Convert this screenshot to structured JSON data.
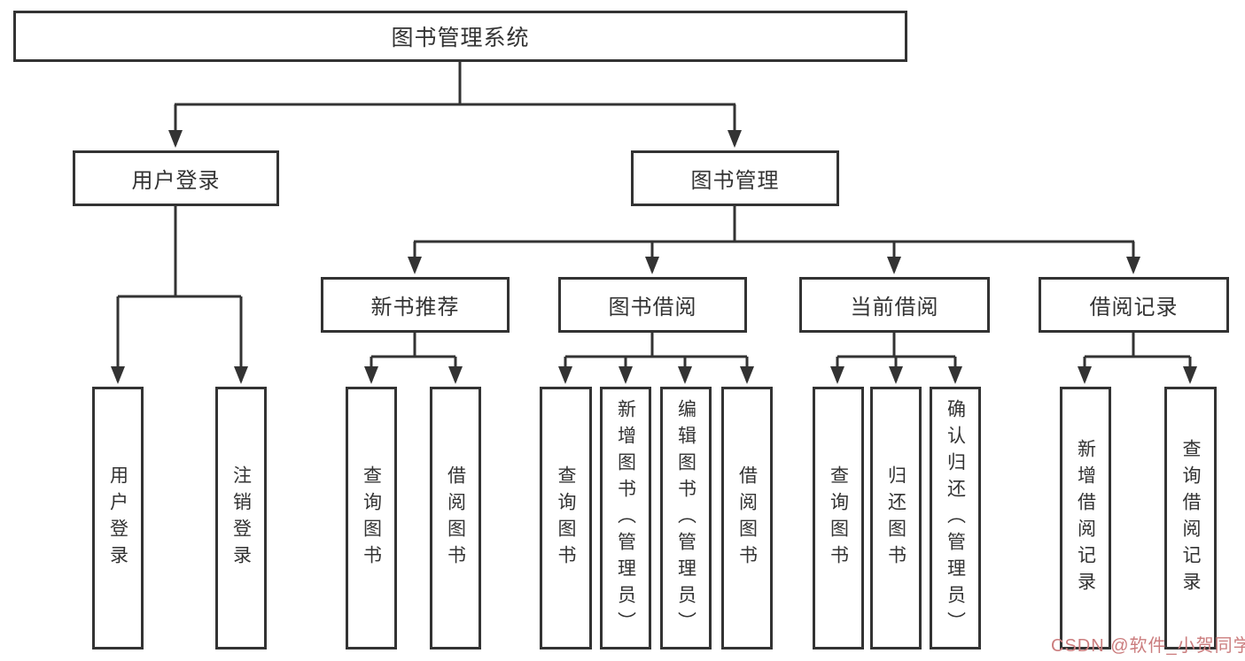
{
  "colors": {
    "line": "#333333",
    "box_border": "#333333",
    "text": "#333333",
    "watermark": "#cb7d7e",
    "background": "#ffffff"
  },
  "watermark": {
    "text": "CSDN @软件_小贺同学"
  },
  "tree": {
    "root": "图书管理系统",
    "branches": [
      {
        "label": "用户登录",
        "children": [
          "用户登录",
          "注销登录"
        ]
      },
      {
        "label": "图书管理",
        "sections": [
          {
            "label": "新书推荐",
            "children": [
              "查询图书",
              "借阅图书"
            ]
          },
          {
            "label": "图书借阅",
            "children": [
              "查询图书",
              "新增图书（管理员）",
              "编辑图书（管理员）",
              "借阅图书"
            ]
          },
          {
            "label": "当前借阅",
            "children": [
              "查询图书",
              "归还图书",
              "确认归还（管理员）"
            ]
          },
          {
            "label": "借阅记录",
            "children": [
              "新增借阅记录",
              "查询借阅记录"
            ]
          }
        ]
      }
    ]
  }
}
